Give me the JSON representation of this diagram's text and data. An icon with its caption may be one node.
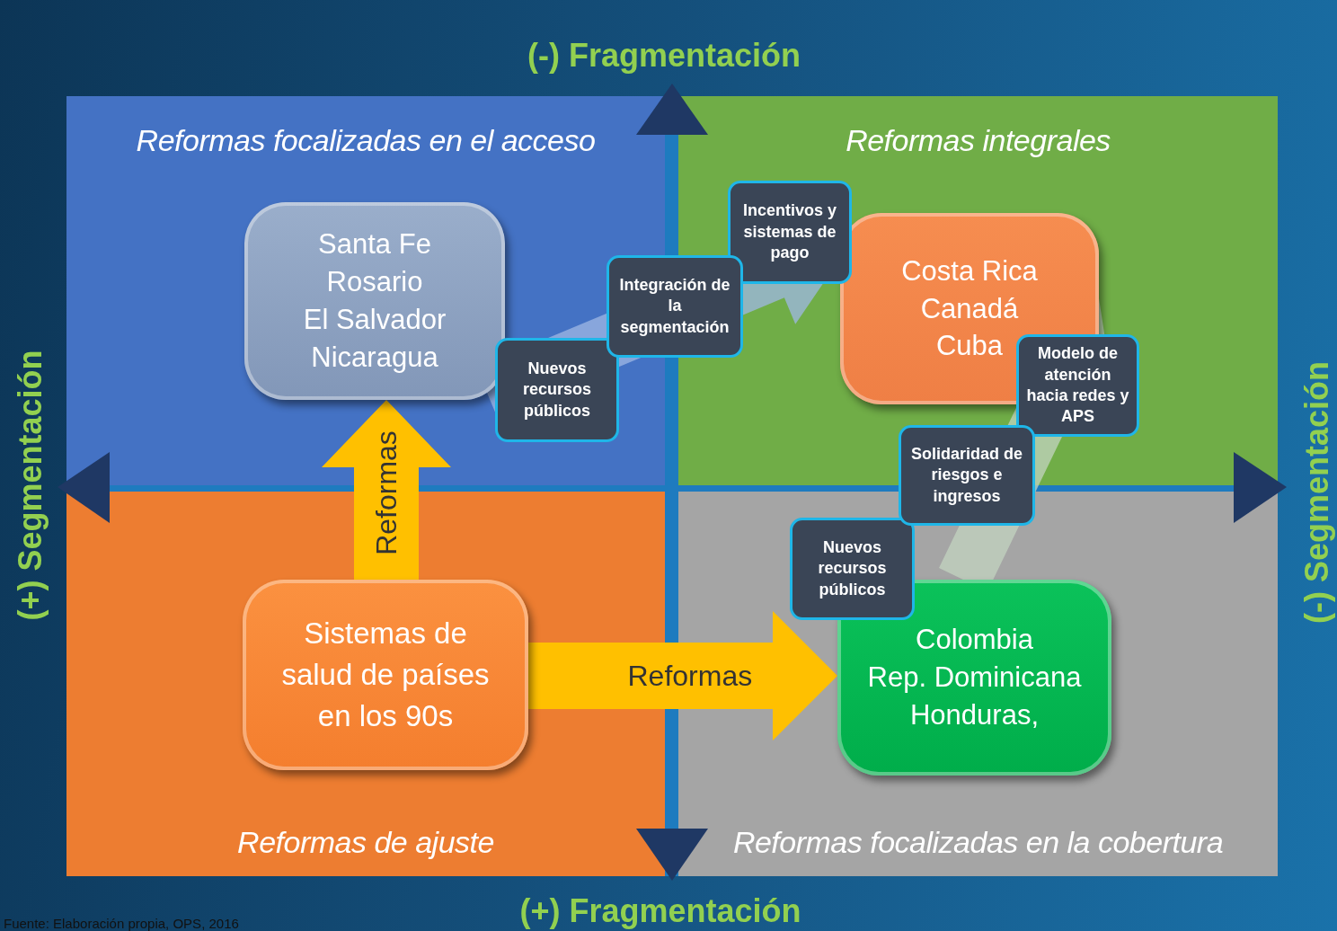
{
  "diagram": {
    "nodes": [
      {
        "text": [
          "Reformas focalizadas en el acceso"
        ]
      },
      {
        "text": [
          "Reformas integrales"
        ]
      },
      {
        "text": [
          "Reformas de ajuste"
        ]
      },
      {
        "text": [
          "Reformas focalizadas en la cobertura"
        ]
      },
      {
        "text": [
          "Santa Fe",
          "Rosario",
          "El Salvador",
          "Nicaragua"
        ],
        "in": 0
      },
      {
        "text": [
          "Sistemas de salud de países en los 90s"
        ],
        "in": 2
      },
      {
        "text": [
          "Costa Rica",
          "Canadá",
          "Cuba"
        ],
        "in": 1
      },
      {
        "text": [
          "Colombia",
          "Rep. Dominicana",
          "Honduras,"
        ],
        "in": 3
      },
      {
        "text": [
          "Nuevos recursos públicos"
        ],
        "in": 0
      },
      {
        "text": [
          "Integración de la segmentación"
        ]
      },
      {
        "text": [
          "Incentivos y sistemas de pago"
        ],
        "in": 1
      },
      {
        "text": [
          "Modelo de atención hacia redes y APS"
        ],
        "in": 1
      },
      {
        "text": [
          "Solidaridad de riesgos e ingresos"
        ]
      },
      {
        "text": [
          "Nuevos recursos públicos"
        ],
        "in": 3
      }
    ],
    "edges": [
      {
        "from": 5,
        "to": 4,
        "arrow": "to",
        "label": "Reformas",
        "style": "thick",
        "color": "#ffc000"
      },
      {
        "from": 5,
        "to": 7,
        "arrow": "to",
        "label": "Reformas",
        "style": "thick",
        "color": "#ffc000"
      },
      {
        "from": 4,
        "to": 6,
        "arrow": "to",
        "style": "thick",
        "color": "#9fb8e4"
      },
      {
        "from": 7,
        "to": 6,
        "arrow": "to",
        "style": "thick",
        "color": "#c3d4c0"
      }
    ],
    "labels": [
      "(-) Fragmentación",
      "(+) Segmentación",
      "(-) Segmentación",
      "(+) Fragmentación",
      "Fuente: Elaboración propia, OPS, 2016"
    ]
  }
}
